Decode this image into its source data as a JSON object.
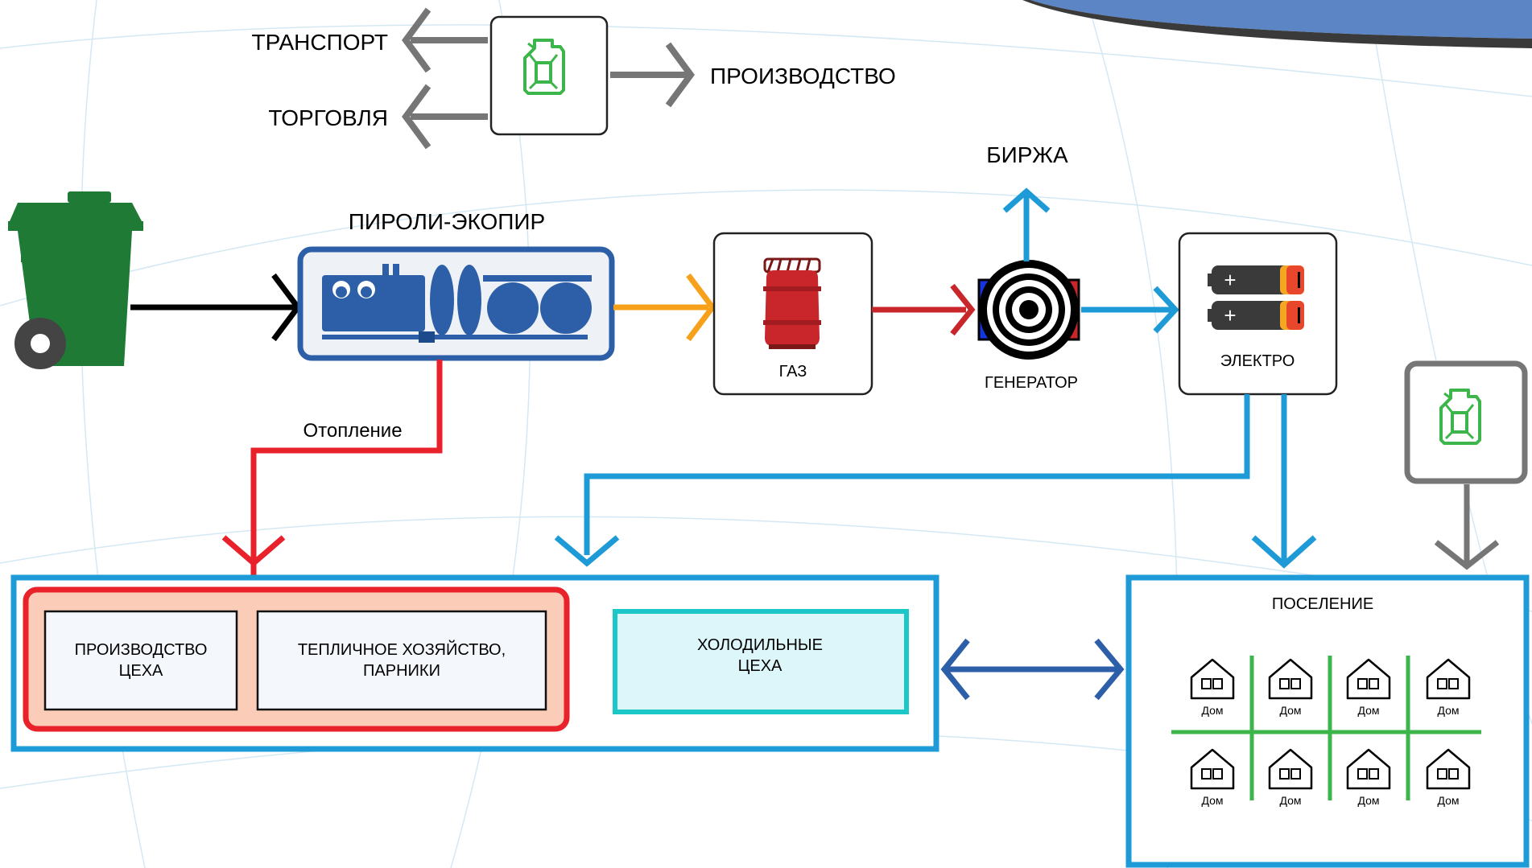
{
  "top": {
    "left_labels": [
      "ТРАНСПОРТ",
      "ТОРГОВЛЯ"
    ],
    "right_label": "ПРОИЗВОДСТВО",
    "icon": "fuel-canister-icon"
  },
  "process": {
    "waste_icon": "waste-bin-icon",
    "pyrolysis_title": "ПИРОЛИ-ЭКОПИР",
    "gas_label": "ГАЗ",
    "generator_label": "ГЕНЕРАТОР",
    "exchange_label": "БИРЖА",
    "electro_label": "ЭЛЕКТРО",
    "heating_label": "Отопление"
  },
  "production_block": {
    "cells": [
      "ПРОИЗВОДСТВО ЦЕХА",
      "ТЕПЛИЧНОЕ ХОЗЯЙСТВО, ПАРНИКИ"
    ],
    "cold": "ХОЛОДИЛЬНЫЕ ЦЕХА"
  },
  "settlement": {
    "title": "ПОСЕЛЕНИЕ",
    "houses": [
      "Дом",
      "Дом",
      "Дом",
      "Дом",
      "Дом",
      "Дом",
      "Дом",
      "Дом"
    ],
    "extra_icon": "fuel-canister-icon"
  },
  "colors": {
    "blue_arrow": "#1e9bd7",
    "red_line": "#e8212b",
    "orange_arrow": "#f7a11a",
    "gray_arrow": "#767676",
    "dark_blue": "#2d5fa8",
    "green": "#1e7a34",
    "light_green": "#3cb64a"
  }
}
